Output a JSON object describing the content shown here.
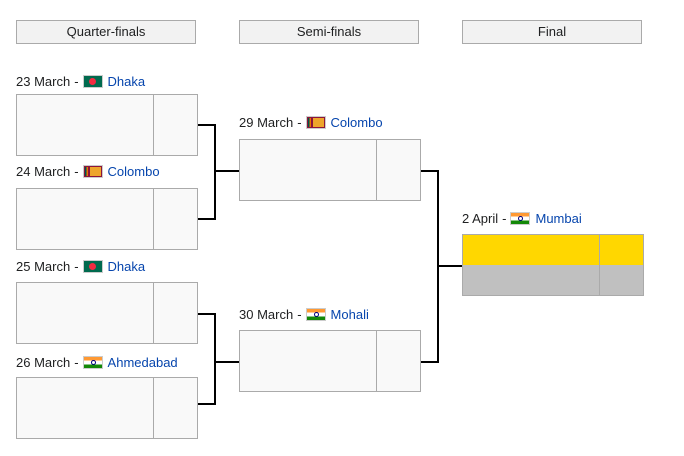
{
  "rounds": [
    {
      "label": "Quarter-finals"
    },
    {
      "label": "Semi-finals"
    },
    {
      "label": "Final"
    }
  ],
  "quarter_finals": [
    {
      "date": "23 March",
      "flag": "bangladesh-flag",
      "venue": "Dhaka",
      "teams": [
        {
          "name": "",
          "score": ""
        },
        {
          "name": "",
          "score": ""
        }
      ]
    },
    {
      "date": "24 March",
      "flag": "sri-lanka-flag",
      "venue": "Colombo",
      "teams": [
        {
          "name": "",
          "score": ""
        },
        {
          "name": "",
          "score": ""
        }
      ]
    },
    {
      "date": "25 March",
      "flag": "bangladesh-flag",
      "venue": "Dhaka",
      "teams": [
        {
          "name": "",
          "score": ""
        },
        {
          "name": "",
          "score": ""
        }
      ]
    },
    {
      "date": "26 March",
      "flag": "india-flag",
      "venue": "Ahmedabad",
      "teams": [
        {
          "name": "",
          "score": ""
        },
        {
          "name": "",
          "score": ""
        }
      ]
    }
  ],
  "semi_finals": [
    {
      "date": "29 March",
      "flag": "sri-lanka-flag",
      "venue": "Colombo",
      "teams": [
        {
          "name": "",
          "score": ""
        },
        {
          "name": "",
          "score": ""
        }
      ]
    },
    {
      "date": "30 March",
      "flag": "india-flag",
      "venue": "Mohali",
      "teams": [
        {
          "name": "",
          "score": ""
        },
        {
          "name": "",
          "score": ""
        }
      ]
    }
  ],
  "final": {
    "date": "2 April",
    "flag": "india-flag",
    "venue": "Mumbai",
    "teams": [
      {
        "name": "",
        "score": "",
        "status": "winner"
      },
      {
        "name": "",
        "score": "",
        "status": "runner-up"
      }
    ]
  },
  "separator": "-",
  "colors": {
    "winner": "#ffd700",
    "runner_up": "#c0c0c0",
    "link": "#0645ad",
    "cell": "#f9f9f9",
    "header": "#f2f2f2"
  }
}
